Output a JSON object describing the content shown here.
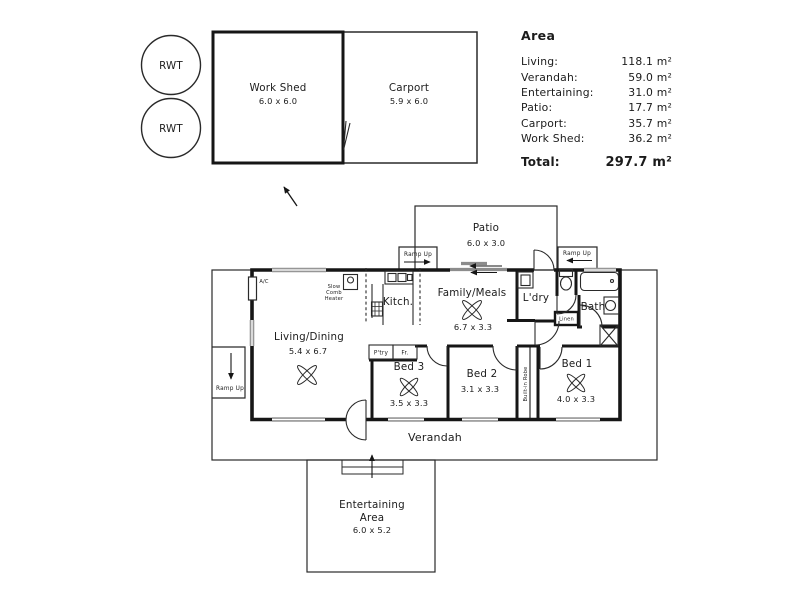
{
  "legend": {
    "title": "Area",
    "rows": [
      {
        "label": "Living:",
        "value": "118.1 m²"
      },
      {
        "label": "Verandah:",
        "value": "59.0 m²"
      },
      {
        "label": "Entertaining:",
        "value": "31.0 m²"
      },
      {
        "label": "Patio:",
        "value": "17.7 m²"
      },
      {
        "label": "Carport:",
        "value": "35.7 m²"
      },
      {
        "label": "Work Shed:",
        "value": "36.2 m²"
      }
    ],
    "total": {
      "label": "Total:",
      "value": "297.7 m²"
    }
  },
  "outbuildings": {
    "rwt_top": "RWT",
    "rwt_bottom": "RWT",
    "work_shed": {
      "name": "Work Shed",
      "dims": "6.0 x 6.0"
    },
    "carport": {
      "name": "Carport",
      "dims": "5.9 x 6.0"
    }
  },
  "house": {
    "patio": {
      "name": "Patio",
      "dims": "6.0 x 3.0"
    },
    "living": {
      "name": "Living/Dining",
      "dims": "5.4 x 6.7"
    },
    "kitchen": {
      "name": "Kitch."
    },
    "family": {
      "name": "Family/Meals",
      "dims": "6.7 x 3.3"
    },
    "laundry": {
      "name": "L'dry"
    },
    "bath": {
      "name": "Bath"
    },
    "linen": {
      "name": "Linen"
    },
    "bed1": {
      "name": "Bed 1",
      "dims": "4.0 x 3.3"
    },
    "bed2": {
      "name": "Bed 2",
      "dims": "3.1 x 3.3"
    },
    "bed3": {
      "name": "Bed 3",
      "dims": "3.5 x 3.3"
    },
    "robe": {
      "name": "Built-in Robe"
    },
    "pantry": {
      "name": "P'try"
    },
    "fridge": {
      "name": "Fr."
    },
    "ac": {
      "name": "A/C"
    },
    "heater_lines": [
      "Slow",
      "Comb",
      "Heater"
    ],
    "verandah": {
      "name": "Verandah"
    },
    "entertaining": {
      "line1": "Entertaining",
      "line2": "Area",
      "dims": "6.0 x 5.2"
    },
    "ramps": {
      "top_left": "Ramp Up",
      "top_right": "Ramp Up",
      "left": "Ramp Up"
    }
  },
  "colors": {
    "wall": "#161616",
    "thin": "#2a2a2a",
    "window": "#969696",
    "slider": "#8c8c8c"
  }
}
